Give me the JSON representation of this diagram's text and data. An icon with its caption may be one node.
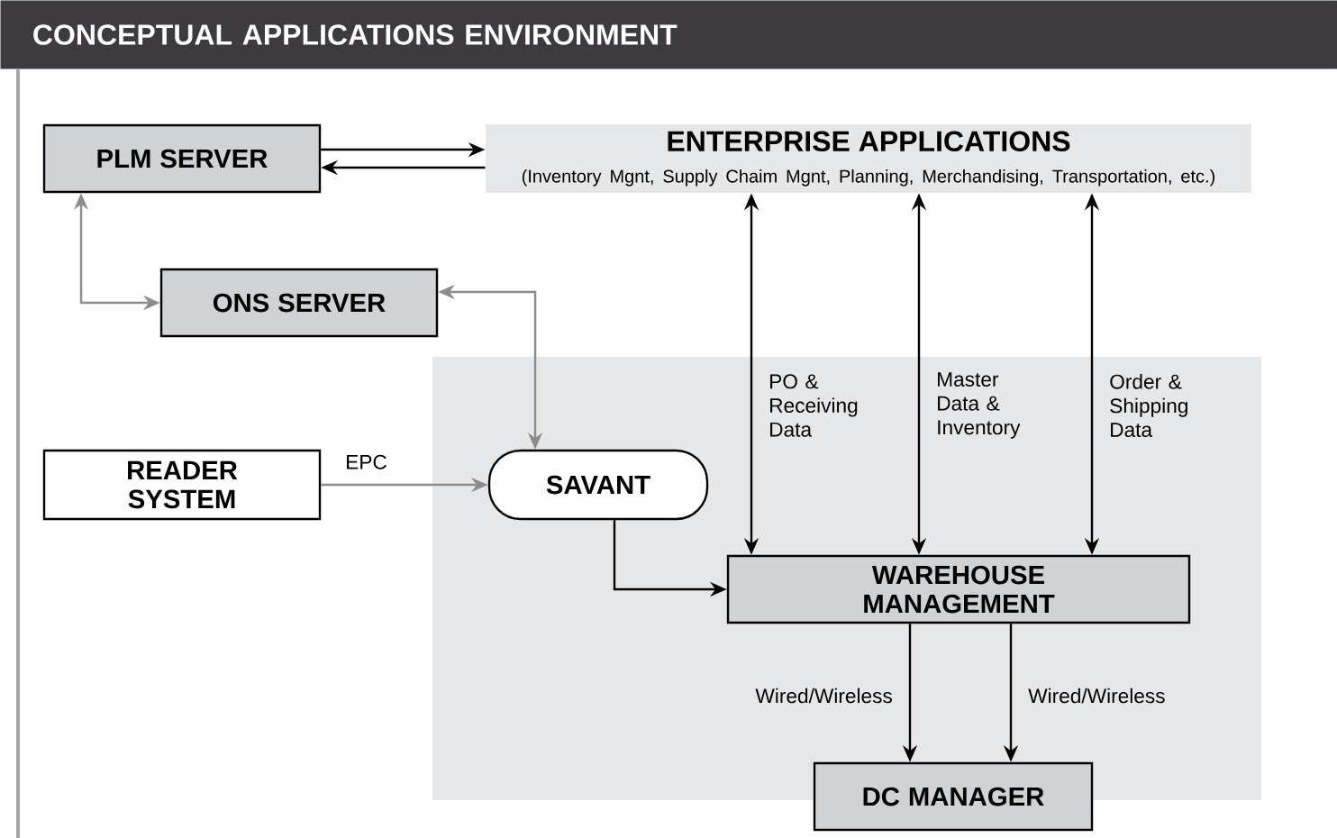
{
  "diagram": {
    "title": "CONCEPTUAL APPLICATIONS ENVIRONMENT",
    "nodes": [
      {
        "text": [
          "PLM SERVER"
        ]
      },
      {
        "text": [
          "ENTERPRISE APPLICATIONS",
          "(Inventory Mgnt, Supply Chaim Mgnt, Planning, Merchandising, Transportation, etc.)"
        ]
      },
      {
        "text": [
          "ONS SERVER"
        ]
      },
      {
        "text": [
          "READER SYSTEM"
        ]
      },
      {
        "text": [
          "SAVANT"
        ]
      },
      {
        "text": [
          "WAREHOUSE MANAGEMENT"
        ]
      },
      {
        "text": [
          "DC MANAGER"
        ]
      }
    ],
    "edges": [
      {
        "from": 0,
        "to": 1,
        "arrow": "to"
      },
      {
        "from": 1,
        "to": 0,
        "arrow": "to"
      },
      {
        "from": 0,
        "to": 2,
        "arrow": "both",
        "color": "#8c8c8c"
      },
      {
        "from": 4,
        "to": 2,
        "arrow": "both",
        "color": "#8c8c8c"
      },
      {
        "from": 3,
        "to": 4,
        "arrow": "to",
        "label": "EPC",
        "color": "#8c8c8c"
      },
      {
        "from": 4,
        "to": 5,
        "arrow": "to"
      },
      {
        "from": 5,
        "to": 1,
        "arrow": "both",
        "label": "PO & Receiving Data"
      },
      {
        "from": 5,
        "to": 1,
        "arrow": "both",
        "label": "Master Data & Inventory"
      },
      {
        "from": 5,
        "to": 1,
        "arrow": "both",
        "label": "Order & Shipping Data"
      },
      {
        "from": 5,
        "to": 6,
        "arrow": "to",
        "label": "Wired/Wireless"
      },
      {
        "from": 5,
        "to": 6,
        "arrow": "to",
        "label": "Wired/Wireless"
      }
    ]
  }
}
